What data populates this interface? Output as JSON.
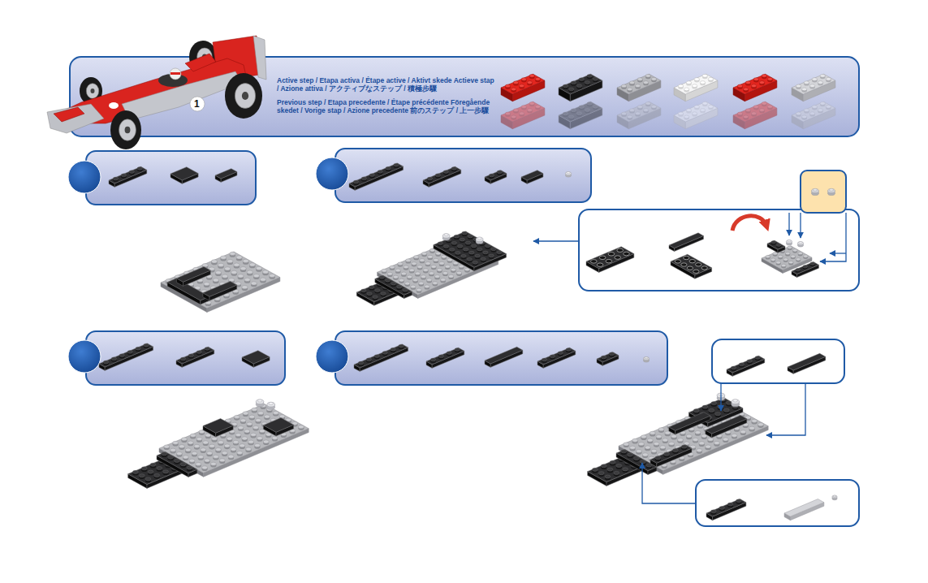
{
  "diagram": {
    "nodes": [
      {
        "text": [
          "Active step / Etapa activa / Étape active / Aktivt skede Actieve stap / Azione attiva / アクティブなステップ / 積極步驟",
          "Previous step / Etapa precedente / Étape précédente Föregående skedet / Vorige stap / Azione precedente 前のステップ / 上一步驟"
        ]
      }
    ],
    "labels": [
      "1"
    ]
  }
}
